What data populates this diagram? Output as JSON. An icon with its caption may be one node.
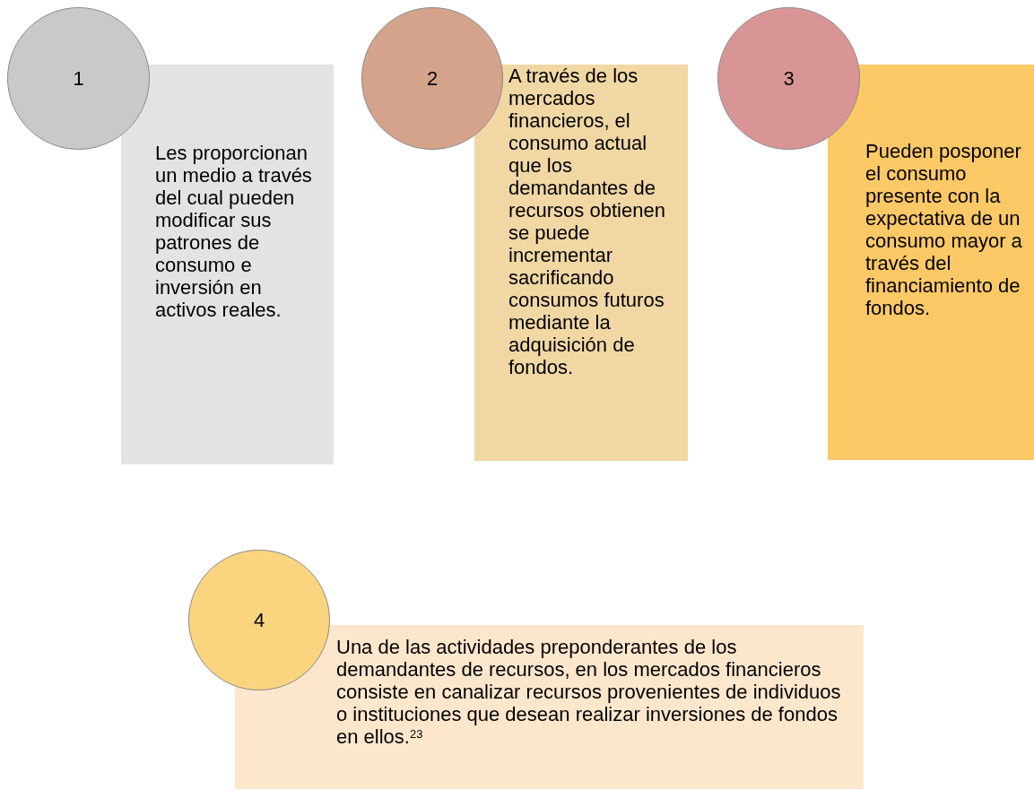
{
  "diagram": {
    "nodes": [
      {
        "text": [
          "1"
        ]
      },
      {
        "text": [
          "Les proporcionan un medio a través del cual pueden modificar sus patrones de consumo e inversión en activos reales."
        ]
      },
      {
        "text": [
          "2"
        ]
      },
      {
        "text": [
          "A través de los mercados financieros, el consumo actual que los demandantes de recursos obtienen se puede incrementar sacrificando consumos futuros mediante la adquisición de fondos."
        ]
      },
      {
        "text": [
          "3"
        ]
      },
      {
        "text": [
          "Pueden posponer el consumo presente con la expectativa de un consumo mayor a través del financiamiento de fondos."
        ]
      },
      {
        "text": [
          "4"
        ]
      },
      {
        "text": [
          "Una de las actividades preponderantes de los demandantes de recursos, en los mercados financieros consiste en canalizar recursos provenientes de individuos o instituciones que desean realizar inversiones de fondos en ellos.$^{23}$"
        ]
      }
    ]
  }
}
